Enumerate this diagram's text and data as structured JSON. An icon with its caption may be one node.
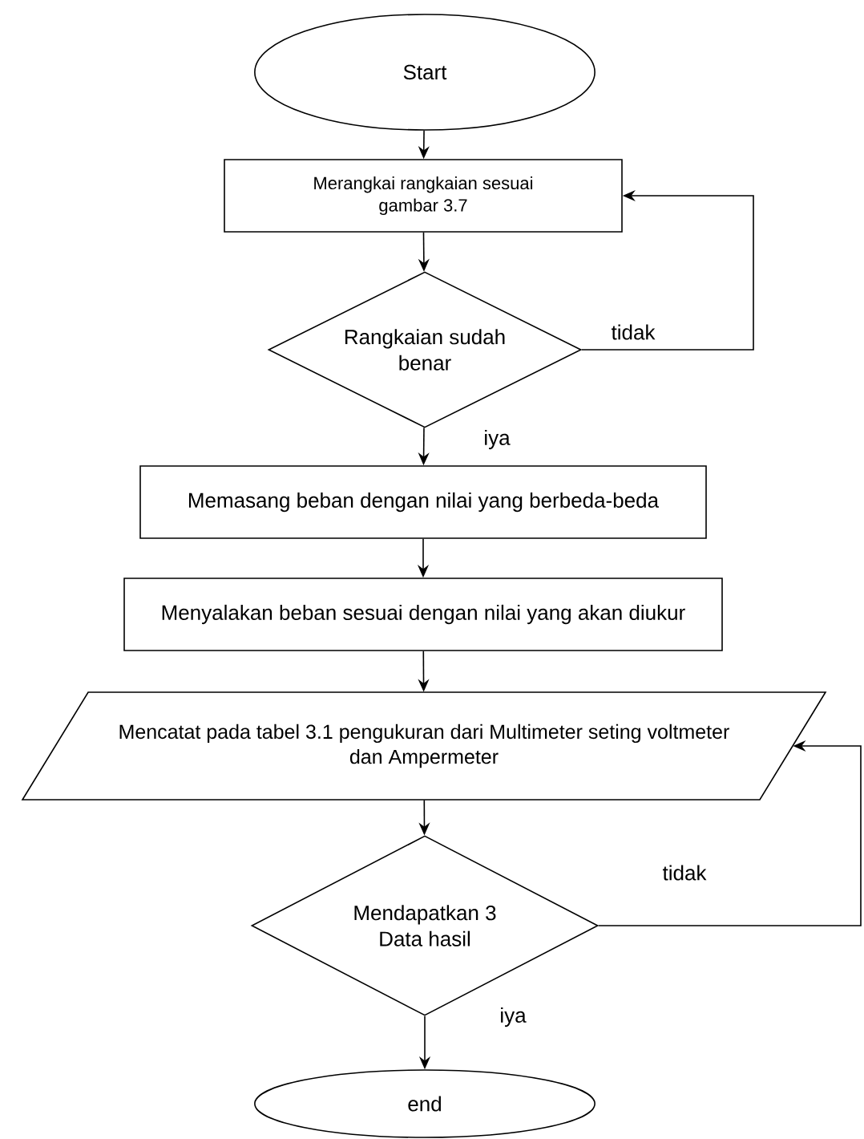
{
  "diagram": {
    "nodes": [
      {
        "text": [
          "Start"
        ]
      },
      {
        "text": [
          "Merangkai rangkaian sesuai gambar 3.7"
        ]
      },
      {
        "text": [
          "Rangkaian sudah benar"
        ]
      },
      {
        "text": [
          "Memasang beban dengan nilai yang berbeda-beda"
        ]
      },
      {
        "text": [
          "Menyalakan beban sesuai dengan nilai yang akan diukur"
        ]
      },
      {
        "text": [
          "Mencatat pada tabel 3.1 pengukuran dari Multimeter seting voltmeter dan Ampermeter"
        ]
      },
      {
        "text": [
          "Mendapatkan 3 Data hasil"
        ]
      },
      {
        "text": [
          "end"
        ]
      }
    ],
    "edges": [
      {
        "from": 0,
        "to": 1,
        "arrow": "to"
      },
      {
        "from": 1,
        "to": 2,
        "arrow": "to"
      },
      {
        "from": 2,
        "to": 3,
        "arrow": "to",
        "label": "iya"
      },
      {
        "from": 2,
        "to": 1,
        "arrow": "to",
        "label": "tidak"
      },
      {
        "from": 3,
        "to": 4,
        "arrow": "to"
      },
      {
        "from": 4,
        "to": 5,
        "arrow": "to"
      },
      {
        "from": 5,
        "to": 6,
        "arrow": "to"
      },
      {
        "from": 6,
        "to": 7,
        "arrow": "to",
        "label": "iya"
      },
      {
        "from": 6,
        "to": 5,
        "arrow": "to",
        "label": "tidak"
      }
    ]
  }
}
